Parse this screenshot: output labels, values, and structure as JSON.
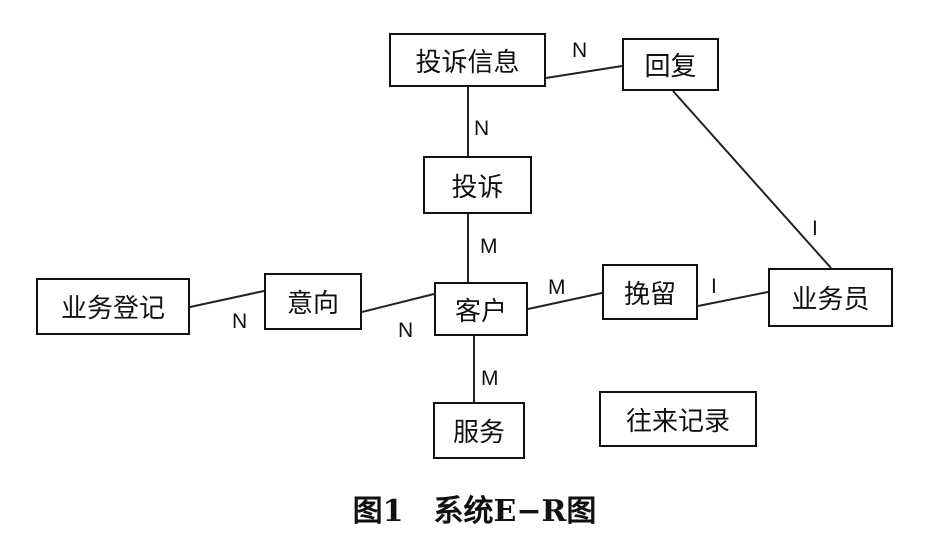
{
  "entities": {
    "complaint_info": "投诉信息",
    "reply": "回复",
    "complaint": "投诉",
    "business_registration": "业务登记",
    "intention": "意向",
    "customer": "客户",
    "retention": "挽留",
    "salesperson": "业务员",
    "service": "服务",
    "contact_record": "往来记录"
  },
  "cardinalities": {
    "complaint_info_reply": "N",
    "complaint_info_complaint": "N",
    "complaint_customer": "M",
    "reply_salesperson": "I",
    "registration_intention": "N",
    "intention_customer": "N",
    "customer_retention": "M",
    "retention_salesperson": "I",
    "customer_service": "M"
  },
  "caption": "图1　系统E−R图"
}
